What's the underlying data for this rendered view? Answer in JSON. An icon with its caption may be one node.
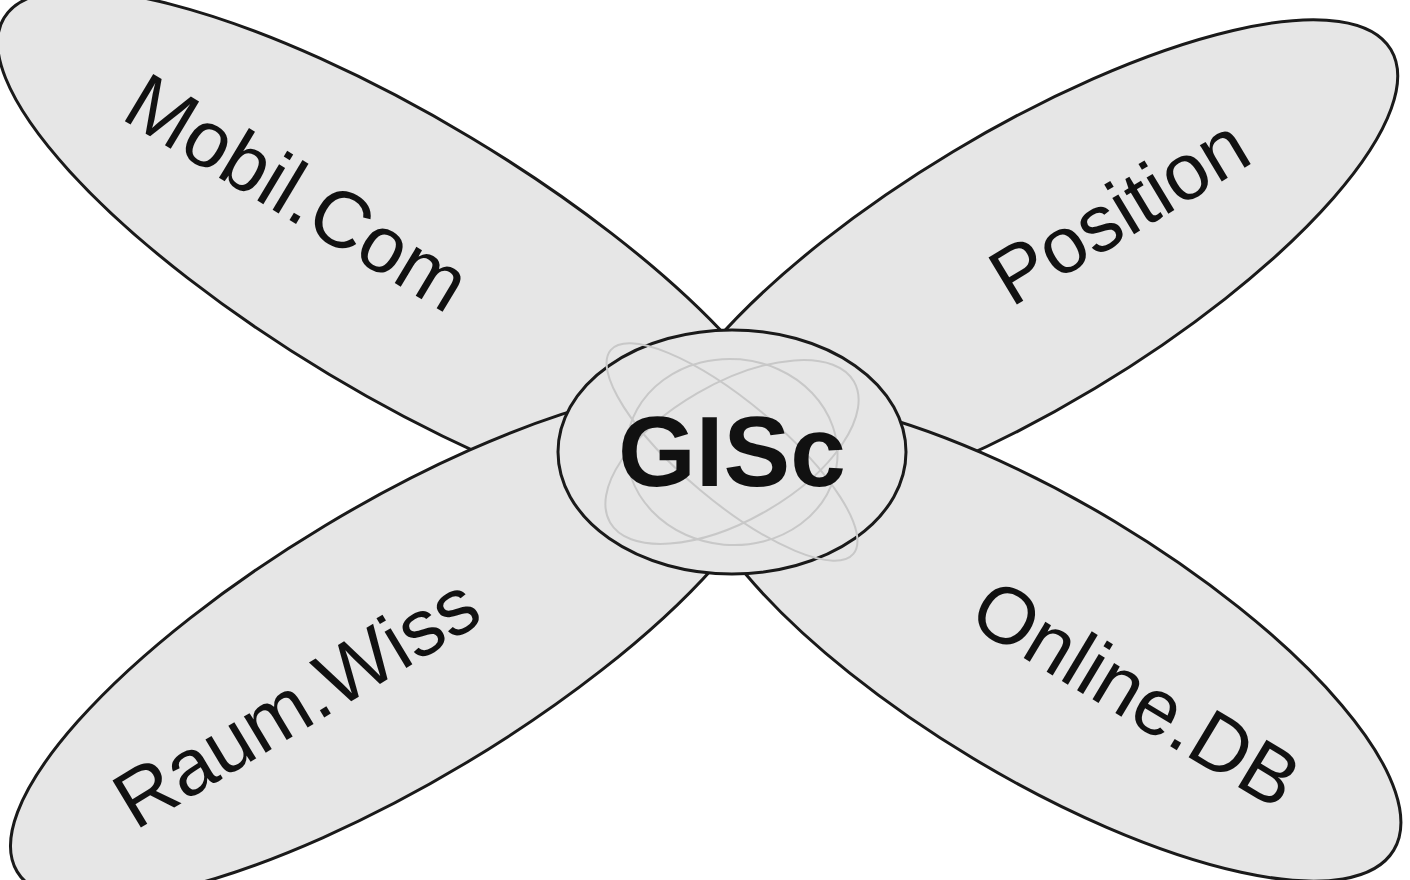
{
  "diagram": {
    "nodes": [
      {
        "text": [
          "Mobil.Com"
        ]
      },
      {
        "text": [
          "Position"
        ]
      },
      {
        "text": [
          "Raum.Wiss"
        ]
      },
      {
        "text": [
          "Online.DB"
        ]
      },
      {
        "text": [
          "GISc"
        ]
      }
    ]
  }
}
